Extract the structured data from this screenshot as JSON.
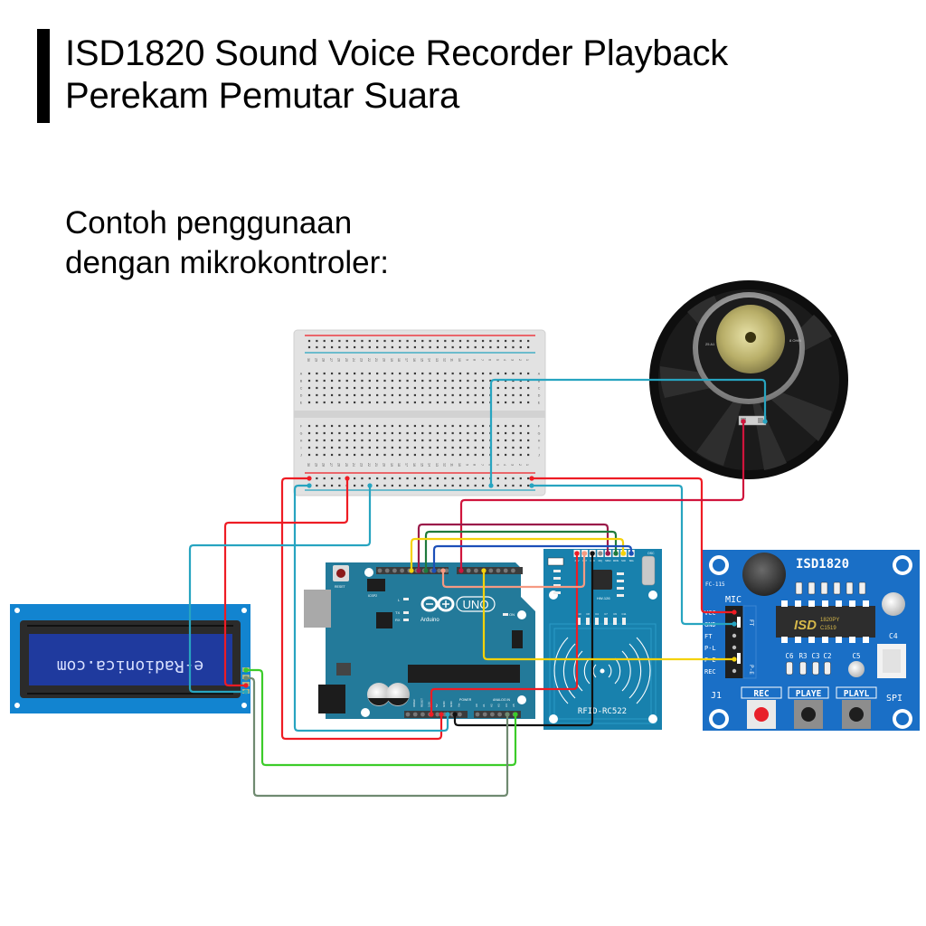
{
  "header": {
    "title_line1": "ISD1820 Sound Voice Recorder Playback",
    "title_line2": "Perekam Pemutar Suara"
  },
  "section": {
    "line1": "Contoh penggunaan",
    "line2": "dengan mikrokontroler:"
  },
  "components": {
    "lcd": {
      "text": "e-Radionica.com",
      "mirrored": true
    },
    "arduino": {
      "logo_text": "Arduino",
      "model": "UNO",
      "reset_label": "RESET",
      "icsp2_label": "ICSP2",
      "icsp_label": "ICSP",
      "led_labels": [
        "L",
        "TX",
        "RX"
      ],
      "on_label": "ON",
      "power_label": "POWER",
      "analog_label": "ANALOG IN",
      "digital_label": "DIGITAL (PWM~)",
      "power_pins": [
        "IOREF",
        "RESET",
        "3.3V",
        "5V",
        "GND",
        "GND",
        "Vin"
      ],
      "analog_pins": [
        "A0",
        "A1",
        "A2",
        "A3",
        "A4",
        "A5"
      ],
      "digital_pins_top": [
        "AREF",
        "GND",
        "13",
        "12",
        "~11",
        "~10",
        "~9",
        "8",
        "7",
        "~6",
        "~5",
        "4",
        "~3",
        "2",
        "TX 1",
        "RX 0"
      ]
    },
    "rfid": {
      "name": "RFID-RC522",
      "chip": "HW-126",
      "pins": [
        "3.3V",
        "RST",
        "GND",
        "IRQ",
        "MISO",
        "MOSI",
        "SCK",
        "SDA"
      ],
      "caps": [
        "C10",
        "C8",
        "C4",
        "C7",
        "C9",
        "C11"
      ],
      "osc": "OSC"
    },
    "isd1820": {
      "name": "ISD1820",
      "board_id": "FC-115",
      "mic_label": "MIC",
      "chip_text1": "ISD",
      "chip_text2": "1820PY",
      "chip_text3": "C1519",
      "pins": [
        "VCC",
        "GND",
        "FT",
        "P-L",
        "P-E",
        "REC"
      ],
      "jumper_labels": [
        "FT",
        "P-E"
      ],
      "caps": [
        "C6",
        "R3",
        "C3",
        "C2",
        "C5",
        "C4"
      ],
      "buttons": [
        "REC",
        "PLAYE",
        "PLAYL"
      ],
      "j1_label": "J1",
      "spi_label": "SPI"
    },
    "breadboard": {
      "columns": 30,
      "row_labels_top": [
        "A",
        "B",
        "C",
        "D",
        "E"
      ],
      "row_labels_bottom": [
        "F",
        "G",
        "H",
        "I",
        "J"
      ]
    },
    "speaker": {
      "label_left": "25 A1",
      "label_right": "8 OHM"
    }
  },
  "colors": {
    "power": "#ee1c24",
    "ground": "#27a4c0",
    "mosi_green": "#1f7a3c",
    "miso_maroon": "#9b1b4a",
    "sck_yellow": "#f5d20a",
    "sda_blue": "#1c4fb8",
    "rst_salmon": "#f59a82",
    "speaker_crimson": "#d0143c",
    "sda_lcd_green": "#3ccc2a",
    "scl_lcd_gray": "#6f8a70",
    "black_gnd": "#111111",
    "board_blue": "#1d7fb4",
    "arduino_teal": "#237a9a",
    "rfid_blue": "#1881ad",
    "isd_blue": "#1a6fc6"
  }
}
